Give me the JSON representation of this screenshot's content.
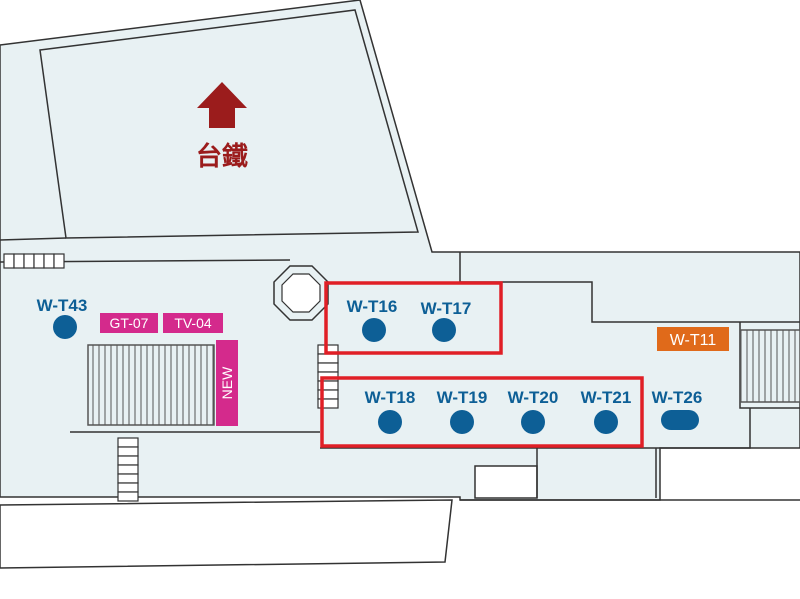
{
  "direction": {
    "label": "台鐵",
    "icon": "arrow-up-icon",
    "color": "#9b1c1c"
  },
  "colors": {
    "floor": "#e8f1f3",
    "outline": "#333333",
    "marker": "#0d5f96",
    "label_blue": "#0d5f96",
    "highlight": "#e01f26",
    "sign_pink": "#d42a8c",
    "sign_orange": "#e06a1a"
  },
  "markers": [
    {
      "id": "w-t43",
      "label": "W-T43"
    },
    {
      "id": "w-t16",
      "label": "W-T16"
    },
    {
      "id": "w-t17",
      "label": "W-T17"
    },
    {
      "id": "w-t18",
      "label": "W-T18"
    },
    {
      "id": "w-t19",
      "label": "W-T19"
    },
    {
      "id": "w-t20",
      "label": "W-T20"
    },
    {
      "id": "w-t21",
      "label": "W-T21"
    },
    {
      "id": "w-t26",
      "label": "W-T26"
    }
  ],
  "signs": {
    "gt07": "GT-07",
    "tv04": "TV-04",
    "new": "NEW",
    "wt11": "W-T11"
  }
}
